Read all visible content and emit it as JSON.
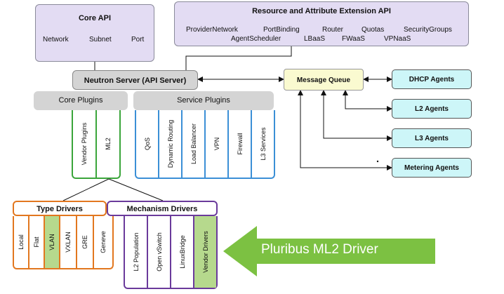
{
  "core_api": {
    "title": "Core API",
    "items": [
      "Network",
      "Subnet",
      "Port"
    ]
  },
  "extension_api": {
    "title": "Resource and Attribute Extension API",
    "row1": [
      "ProviderNetwork",
      "PortBinding",
      "Router",
      "Quotas",
      "SecurityGroups"
    ],
    "row2": [
      "AgentScheduler",
      "LBaaS",
      "FWaaS",
      "VPNaaS"
    ]
  },
  "neutron_server": "Neutron Server (API Server)",
  "message_queue": "Message Queue",
  "agents": [
    "DHCP Agents",
    "L2 Agents",
    "L3 Agents",
    "Metering Agents"
  ],
  "core_plugins": {
    "title": "Core Plugins",
    "items": [
      "Vendor Plugins",
      "ML2"
    ]
  },
  "service_plugins": {
    "title": "Service Plugins",
    "items": [
      "QoS",
      "Dynamic Routing",
      "Load Balancer",
      "VPN",
      "Firewall",
      "L3 Services"
    ]
  },
  "type_drivers": {
    "title": "Type Drivers",
    "items": [
      "Local",
      "Flat",
      "VLAN",
      "VXLAN",
      "GRE",
      "Geneve"
    ]
  },
  "mechanism_drivers": {
    "title": "Mechanism Drivers",
    "items": [
      "L2 Population",
      "Open vSwitch",
      "LinuxBridge",
      "Vendor Drivers"
    ]
  },
  "pluribus_arrow": "Pluribus ML2 Driver",
  "colors": {
    "lavender": "#e3dcf3",
    "grey": "#d4d4d4",
    "cyan": "#cdf6f8",
    "mq_yellow": "#fafad0",
    "green": "#3aa53a",
    "blue": "#3b8fd6",
    "orange": "#e2771f",
    "purple": "#6a3a9b",
    "highlight_green": "#b6d98d",
    "arrow_green": "#7cc142"
  }
}
